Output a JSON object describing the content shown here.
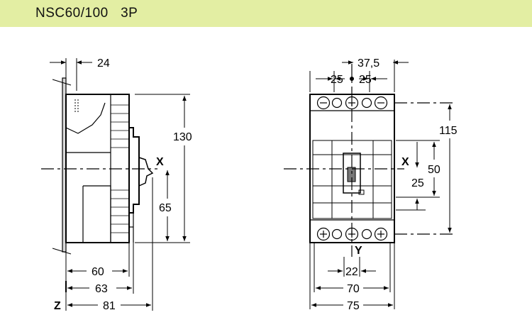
{
  "header": {
    "title": "NSC60/100   3P",
    "band_color": "#e3eea3"
  },
  "side_view": {
    "dim_top": "24",
    "dim_height": "130",
    "dim_axis_to_bottom": "65",
    "dim_60": "60",
    "dim_63": "63",
    "dim_81": "81",
    "axis_x_label": "X",
    "axis_z_label": "Z"
  },
  "front_view": {
    "dim_37_5": "37,5",
    "dim_25_left": "25",
    "dim_25_right": "25",
    "dim_115": "115",
    "dim_50": "50",
    "dim_25_vert": "25",
    "dim_22": "22",
    "dim_70": "70",
    "dim_75": "75",
    "axis_x_label": "X",
    "axis_y_label": "Y"
  }
}
